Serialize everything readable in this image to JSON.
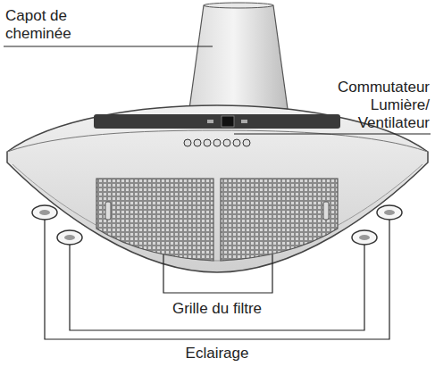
{
  "diagram": {
    "labels": [
      "Capot de cheminée",
      "Commutateur Lumière/ Ventilateur",
      "Grille du filtre",
      "Eclairage"
    ]
  }
}
